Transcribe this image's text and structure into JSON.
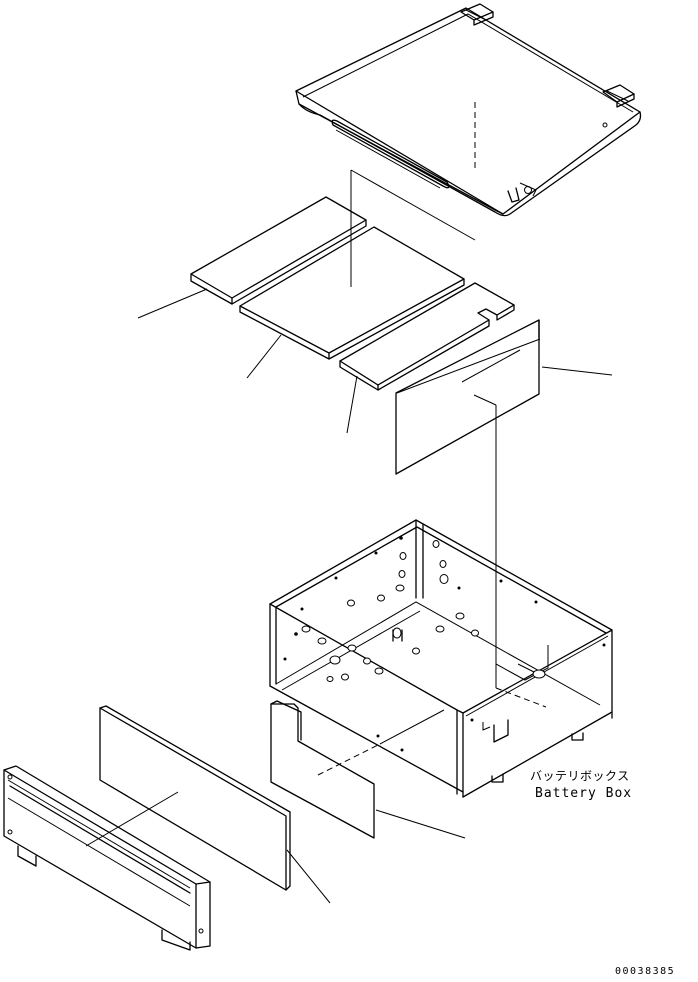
{
  "labels": {
    "japanese": "バッテリボックス",
    "english": "Battery Box"
  },
  "drawing_number": "00038385",
  "colors": {
    "line": "#000000",
    "background": "#ffffff"
  }
}
